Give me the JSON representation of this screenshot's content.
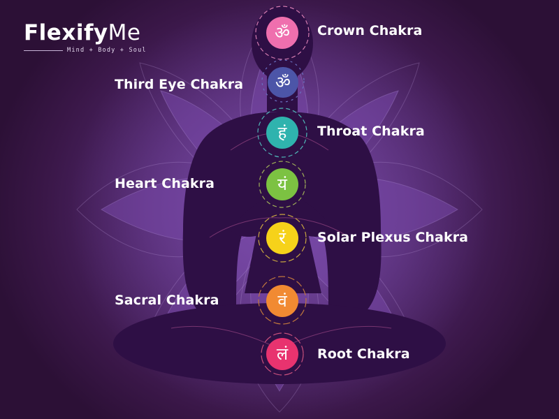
{
  "brand": {
    "name_part1": "Flexify",
    "name_part2": "Me",
    "tagline": "Mind + Body + Soul"
  },
  "colors": {
    "bg_dark": "#2c1036",
    "bg_mid": "#52296f",
    "lotus": "#7a4ba8",
    "silhouette": "#2e0f45",
    "text": "#ffffff"
  },
  "chakras": [
    {
      "name": "Crown Chakra",
      "glyph": "ॐ",
      "color": "#ef6fae",
      "side": "right"
    },
    {
      "name": "Third Eye Chakra",
      "glyph": "ॐ",
      "color": "#4c55a8",
      "side": "left"
    },
    {
      "name": "Throat Chakra",
      "glyph": "हं",
      "color": "#2fb3ae",
      "side": "right"
    },
    {
      "name": "Heart Chakra",
      "glyph": "यं",
      "color": "#7cc242",
      "side": "left"
    },
    {
      "name": "Solar Plexus Chakra",
      "glyph": "रं",
      "color": "#f6d21a",
      "side": "right"
    },
    {
      "name": "Sacral Chakra",
      "glyph": "वं",
      "color": "#f18a32",
      "side": "left"
    },
    {
      "name": "Root Chakra",
      "glyph": "लं",
      "color": "#e8336f",
      "side": "right"
    }
  ]
}
